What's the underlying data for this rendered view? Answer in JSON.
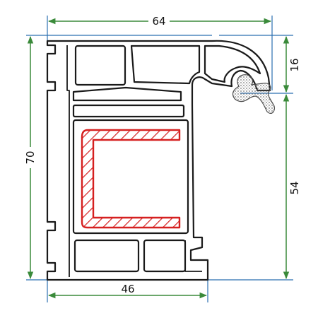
{
  "dimensions": {
    "top_width": "64",
    "bottom_width": "46",
    "left_height": "70",
    "right_upper_height": "16",
    "right_lower_height": "54"
  },
  "colors": {
    "profile_stroke": "#1a1a1a",
    "dim_line_green": "#3a8a3a",
    "extension_line_blue": "#2a6fb0",
    "steel_insert_red": "#d62020",
    "gasket_gray": "#9a9a9a",
    "background": "#ffffff"
  }
}
